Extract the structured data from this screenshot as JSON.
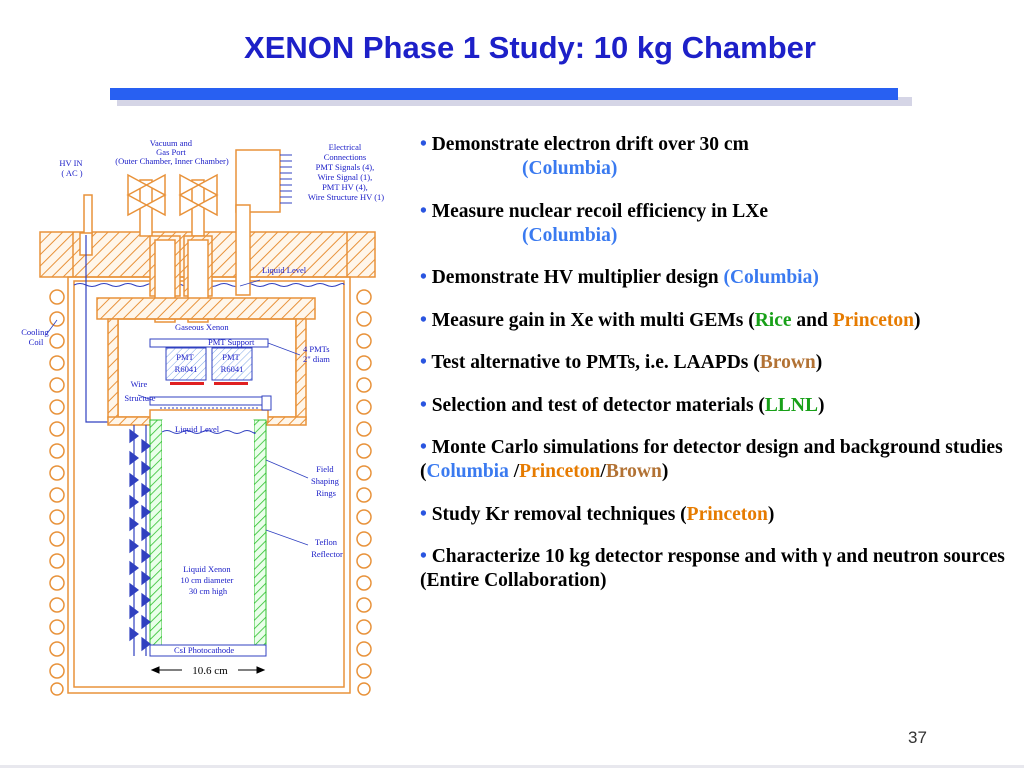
{
  "slide": {
    "title": "XENON Phase 1 Study: 10 kg Chamber",
    "page_number": "37"
  },
  "diagram": {
    "labels": {
      "vacuum_port": [
        "Vacuum and",
        "Gas Port",
        "(Outer Chamber, Inner Chamber)"
      ],
      "electrical": [
        "Electrical",
        "Connections",
        "PMT Signals (4),",
        "Wire Signal (1),",
        "PMT HV (4),",
        "Wire Structure HV (1)"
      ],
      "hv_in": [
        "HV IN",
        "( AC )"
      ],
      "liquid_level_top": "Liquid Level",
      "cooling_coil": [
        "Cooling",
        "Coil"
      ],
      "gaseous_xenon": "Gaseous Xenon",
      "pmt_support": "PMT Support",
      "pmt_left": [
        "PMT",
        "R6041"
      ],
      "pmt_right": [
        "PMT",
        "R6041"
      ],
      "four_pmts": [
        "4 PMTs",
        "2\" diam"
      ],
      "wire_structure": [
        "Wire",
        "Structure"
      ],
      "liquid_level_inner": "Liquid Level",
      "field_rings": [
        "Field",
        "Shaping",
        "Rings"
      ],
      "teflon": [
        "Teflon",
        "Reflector"
      ],
      "liquid_xenon": [
        "Liquid Xenon",
        "10 cm diameter",
        "30 cm high"
      ],
      "csi": "CsI Photocathode",
      "dimension": "10.6 cm"
    }
  },
  "bullets": [
    {
      "runs": [
        {
          "t": "Demonstrate electron drift over 30 cm",
          "c": ""
        }
      ],
      "indented": [
        {
          "t": "(Columbia)",
          "c": "columbia"
        }
      ]
    },
    {
      "runs": [
        {
          "t": "Measure nuclear recoil efficiency in LXe",
          "c": ""
        }
      ],
      "indented": [
        {
          "t": "(Columbia)",
          "c": "columbia"
        }
      ]
    },
    {
      "runs": [
        {
          "t": "Demonstrate HV multiplier design ",
          "c": ""
        },
        {
          "t": "(Columbia)",
          "c": "columbia"
        }
      ]
    },
    {
      "runs": [
        {
          "t": "Measure gain in Xe with multi GEMs  (",
          "c": ""
        },
        {
          "t": "Rice",
          "c": "rice"
        },
        {
          "t": " and ",
          "c": ""
        },
        {
          "t": "Princeton",
          "c": "princeton"
        },
        {
          "t": ")",
          "c": ""
        }
      ]
    },
    {
      "runs": [
        {
          "t": "Test alternative to PMTs, i.e. LAAPDs  (",
          "c": ""
        },
        {
          "t": "Brown",
          "c": "brown"
        },
        {
          "t": ")",
          "c": ""
        }
      ]
    },
    {
      "runs": [
        {
          "t": "Selection and test of detector materials (",
          "c": ""
        },
        {
          "t": "LLNL",
          "c": "llnl"
        },
        {
          "t": ")",
          "c": ""
        }
      ]
    },
    {
      "runs": [
        {
          "t": "Monte Carlo simulations for detector design and background studies (",
          "c": ""
        },
        {
          "t": "Columbia",
          "c": "columbia"
        },
        {
          "t": " /",
          "c": ""
        },
        {
          "t": "Princeton",
          "c": "princeton"
        },
        {
          "t": "/",
          "c": ""
        },
        {
          "t": "Brown",
          "c": "brown"
        },
        {
          "t": ")",
          "c": ""
        }
      ]
    },
    {
      "runs": [
        {
          "t": "Study Kr removal techniques (",
          "c": ""
        },
        {
          "t": "Princeton",
          "c": "princeton"
        },
        {
          "t": ")",
          "c": ""
        }
      ]
    },
    {
      "runs": [
        {
          "t": "Characterize 10 kg detector response and with γ and neutron sources  (Entire Collaboration)",
          "c": ""
        }
      ]
    }
  ],
  "bullet_symbol": "•",
  "colors": {
    "title": "#1d20c8",
    "columbia": "#3a7af0",
    "rice": "#18a018",
    "princeton": "#e67b00",
    "brown": "#b27234",
    "llnl": "#18a018",
    "diagram_orange": "#e8923a",
    "diagram_blue": "#3040c0",
    "diagram_green": "#30c030"
  }
}
